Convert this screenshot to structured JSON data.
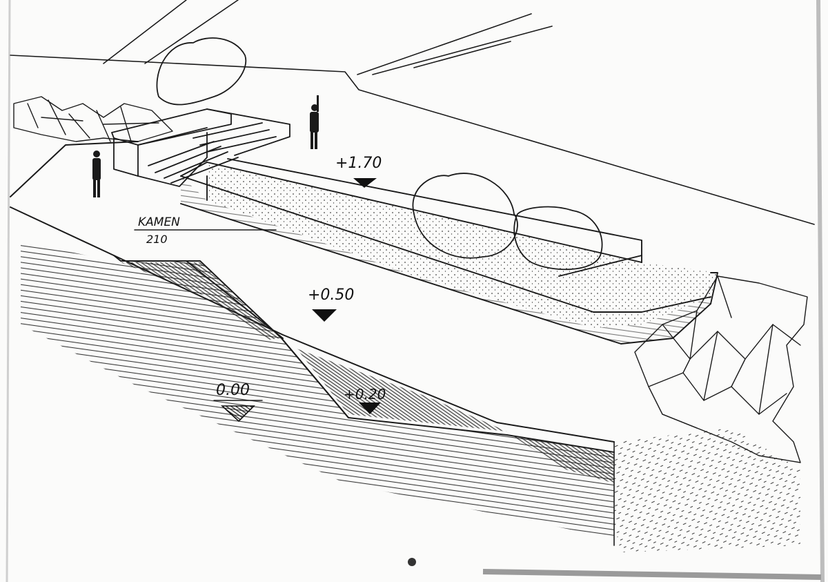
{
  "sketch": {
    "material_label": "KAMEN",
    "material_dimension": "210",
    "levels": [
      {
        "id": "upper-terrace",
        "label": "+1.70"
      },
      {
        "id": "middle-terrace",
        "label": "+0.50"
      },
      {
        "id": "ground",
        "label": "0.00"
      },
      {
        "id": "low-step",
        "label": "+0.20"
      }
    ]
  },
  "colors": {
    "ink": "#1a1a1a",
    "paper": "#fbfbfa",
    "hatch": "#222222"
  }
}
